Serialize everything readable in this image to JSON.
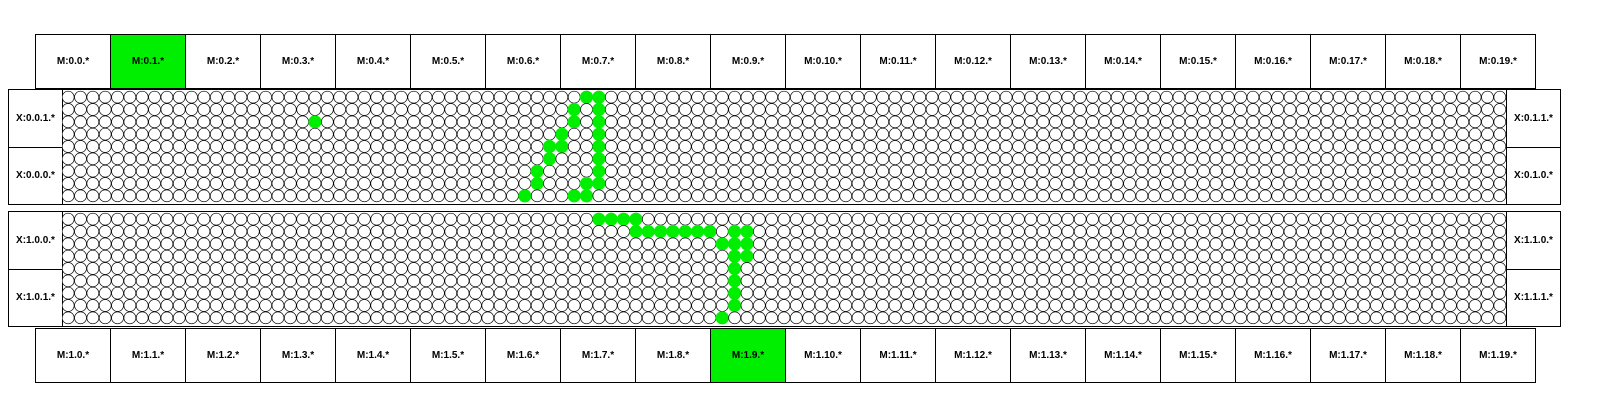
{
  "colors": {
    "active": "#00ee00",
    "dot_border": "#000000",
    "dot_fill": "#ffffff"
  },
  "top_row": {
    "labels": [
      "M:0.0.*",
      "M:0.1.*",
      "M:0.2.*",
      "M:0.3.*",
      "M:0.4.*",
      "M:0.5.*",
      "M:0.6.*",
      "M:0.7.*",
      "M:0.8.*",
      "M:0.9.*",
      "M:0.10.*",
      "M:0.11.*",
      "M:0.12.*",
      "M:0.13.*",
      "M:0.14.*",
      "M:0.15.*",
      "M:0.16.*",
      "M:0.17.*",
      "M:0.18.*",
      "M:0.19.*"
    ],
    "active_index": 1
  },
  "bottom_row": {
    "labels": [
      "M:1.0.*",
      "M:1.1.*",
      "M:1.2.*",
      "M:1.3.*",
      "M:1.4.*",
      "M:1.5.*",
      "M:1.6.*",
      "M:1.7.*",
      "M:1.8.*",
      "M:1.9.*",
      "M:1.10.*",
      "M:1.11.*",
      "M:1.12.*",
      "M:1.13.*",
      "M:1.14.*",
      "M:1.15.*",
      "M:1.16.*",
      "M:1.17.*",
      "M:1.18.*",
      "M:1.19.*"
    ],
    "active_index": 9
  },
  "upper_grid": {
    "left_labels": [
      "X:0.0.1.*",
      "X:0.0.0.*"
    ],
    "right_labels": [
      "X:0.1.1.*",
      "X:0.1.0.*"
    ],
    "rows": 9,
    "cols": 117,
    "lit": [
      [
        0,
        42
      ],
      [
        0,
        43
      ],
      [
        1,
        41
      ],
      [
        1,
        43
      ],
      [
        2,
        20
      ],
      [
        2,
        41
      ],
      [
        2,
        43
      ],
      [
        3,
        40
      ],
      [
        3,
        43
      ],
      [
        4,
        39
      ],
      [
        4,
        40
      ],
      [
        4,
        43
      ],
      [
        5,
        39
      ],
      [
        5,
        43
      ],
      [
        6,
        38
      ],
      [
        6,
        43
      ],
      [
        7,
        38
      ],
      [
        7,
        42
      ],
      [
        7,
        43
      ],
      [
        8,
        37
      ],
      [
        8,
        41
      ],
      [
        8,
        42
      ]
    ]
  },
  "lower_grid": {
    "left_labels": [
      "X:1.0.0.*",
      "X:1.0.1.*"
    ],
    "right_labels": [
      "X:1.1.0.*",
      "X:1.1.1.*"
    ],
    "rows": 9,
    "cols": 117,
    "lit": [
      [
        0,
        43
      ],
      [
        0,
        44
      ],
      [
        0,
        45
      ],
      [
        0,
        46
      ],
      [
        1,
        46
      ],
      [
        1,
        47
      ],
      [
        1,
        48
      ],
      [
        1,
        49
      ],
      [
        1,
        50
      ],
      [
        1,
        51
      ],
      [
        1,
        52
      ],
      [
        1,
        54
      ],
      [
        1,
        55
      ],
      [
        2,
        53
      ],
      [
        2,
        54
      ],
      [
        2,
        55
      ],
      [
        3,
        54
      ],
      [
        3,
        55
      ],
      [
        4,
        54
      ],
      [
        5,
        54
      ],
      [
        6,
        54
      ],
      [
        7,
        54
      ],
      [
        8,
        53
      ]
    ]
  }
}
